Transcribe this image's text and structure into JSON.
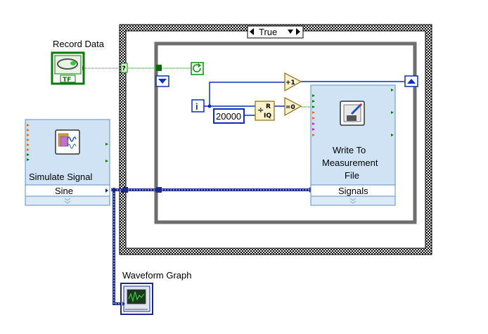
{
  "case_structure": {
    "selector_label": "True"
  },
  "record_data": {
    "label": "Record Data",
    "terminal_text": "TF"
  },
  "boolean_tunnel": {
    "text": "?"
  },
  "simulate_signal": {
    "title": "Simulate Signal",
    "mode": "Sine"
  },
  "write_file": {
    "title_line1": "Write To",
    "title_line2": "Measurement",
    "title_line3": "File",
    "input": "Signals"
  },
  "iteration_terminal": {
    "text": "i"
  },
  "constant": {
    "value": "20000"
  },
  "quotient_remainder": {
    "r_text": "R",
    "iq_text": "IQ"
  },
  "increment": {
    "text": "+1"
  },
  "equal_zero": {
    "text": "=0"
  },
  "waveform_graph": {
    "label": "Waveform Graph"
  },
  "colors": {
    "frame": "#000000",
    "while_loop": "#6e6e6e",
    "boolean_wire": "#0a8a0a",
    "numeric_wire": "#0a2fb8",
    "waveform_wire": "#1b2a8c",
    "express_vi_bg": "#cfe3f5",
    "express_vi_border": "#5b8fc8"
  },
  "icons": [
    "loop-condition-icon",
    "shift-register-icon",
    "led-icon",
    "simulate-signal-icon",
    "write-file-icon",
    "graph-icon"
  ]
}
